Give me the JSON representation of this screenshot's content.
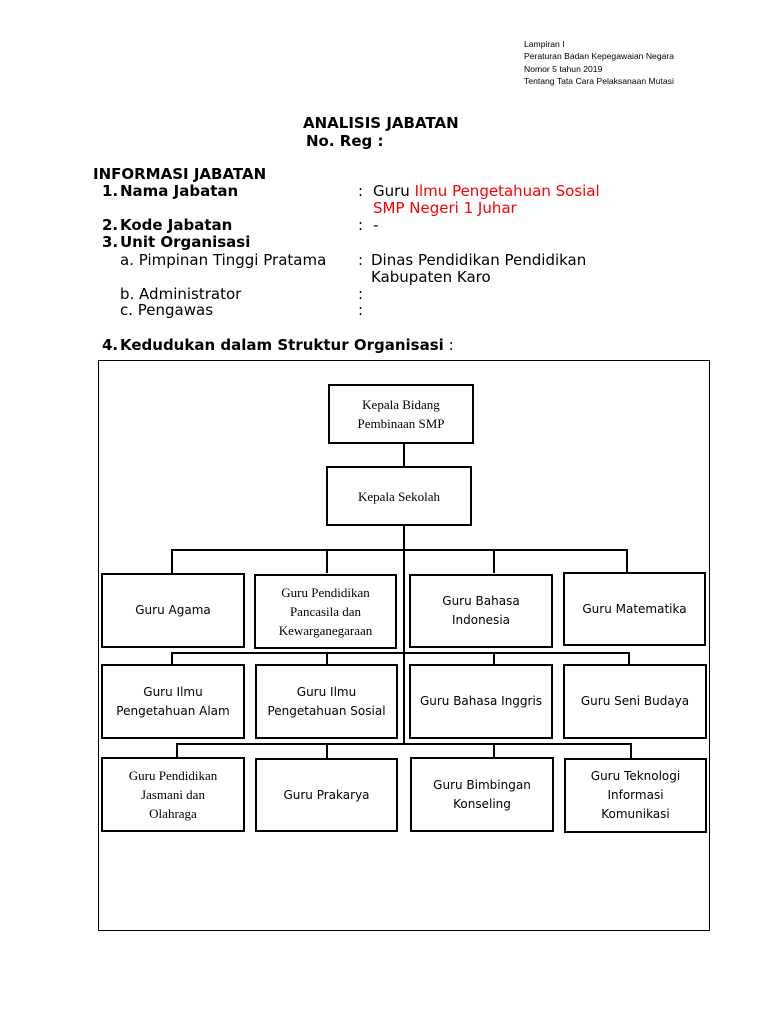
{
  "lampiran": {
    "line1": "Lampiran I",
    "line2": "Peraturan Badan Kepegawaian Negara",
    "line3": "Nomor 5 tahun 2019",
    "line4": "Tentang Tata Cara Pelaksanaan Mutasi"
  },
  "header": {
    "title": "ANALISIS JABATAN",
    "no_reg": "No. Reg :"
  },
  "info": {
    "section_title": "INFORMASI JABATAN",
    "nama_jabatan": {
      "num": "1.",
      "label": "Nama Jabatan",
      "colon": ":",
      "value_prefix": "Guru",
      "value_red_1": "Ilmu Pengetahuan Sosial",
      "value_red_2": "SMP Negeri 1 Juhar"
    },
    "kode_jabatan": {
      "num": "2.",
      "label": "Kode Jabatan",
      "colon": ":",
      "value": "-"
    },
    "unit_organisasi": {
      "num": "3.",
      "label": "Unit Organisasi",
      "pimpinan": {
        "label": "a. Pimpinan Tinggi Pratama",
        "colon": ":",
        "value_1": "Dinas Pendidikan Pendidikan",
        "value_2": "Kabupaten Karo"
      },
      "administrator": {
        "label": "b. Administrator",
        "colon": ":"
      },
      "pengawas": {
        "label": "c. Pengawas",
        "colon": ":"
      }
    },
    "kedudukan": {
      "num": "4.",
      "label": "Kedudukan dalam Struktur Organisasi",
      "colon": ":"
    }
  },
  "org_chart": {
    "top": "Kepala Bidang\nPembinaan SMP",
    "second": "Kepala Sekolah",
    "row1": [
      "Guru Agama",
      "Guru Pendidikan\nPancasila dan\nKewarganegaraan",
      "Guru Bahasa\nIndonesia",
      "Guru Matematika"
    ],
    "row2": [
      "Guru Ilmu\nPengetahuan Alam",
      "Guru Ilmu\nPengetahuan Sosial",
      "Guru Bahasa Inggris",
      "Guru Seni Budaya"
    ],
    "row3": [
      "Guru Pendidikan\nJasmani dan\nOlahraga",
      "Guru Prakarya",
      "Guru Bimbingan\nKonseling",
      "Guru Teknologi\nInformasi\nKomunikasi"
    ]
  }
}
